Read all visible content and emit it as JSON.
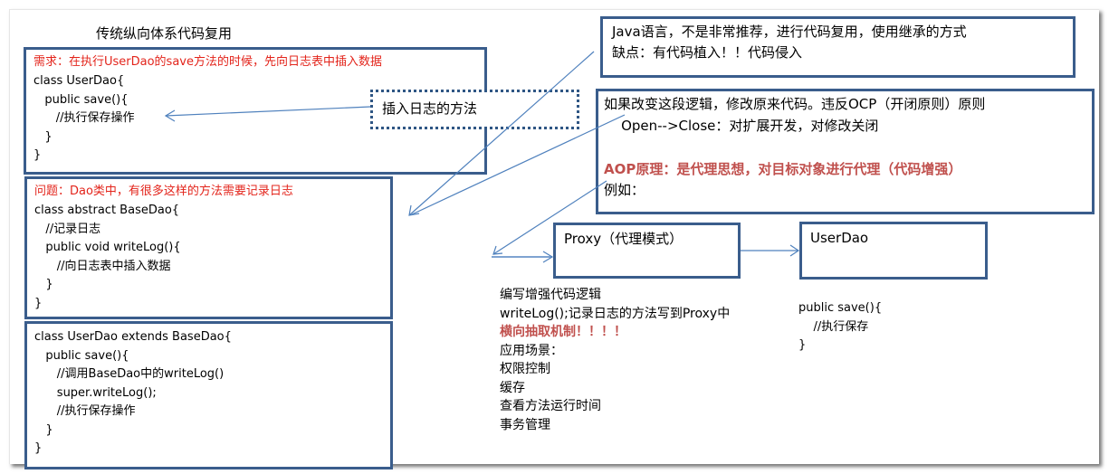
{
  "title": "传统纵向体系代码复用",
  "box_userdao": {
    "requirement": "需求：在执行UserDao的save方法的时候，先向日志表中插入数据",
    "code": [
      "class UserDao{",
      "   public save(){",
      "      //执行保存操作",
      "   }",
      "}"
    ]
  },
  "callout_insert_log": "插入日志的方法",
  "box_basedao": {
    "problem": "问题：Dao类中，有很多这样的方法需要记录日志",
    "code": [
      "class abstract BaseDao{",
      "   //记录日志",
      "   public void writeLog(){",
      "      //向日志表中插入数据",
      "   }",
      "}"
    ]
  },
  "box_userdao_extends": {
    "code": [
      "class UserDao extends BaseDao{",
      "   public save(){",
      "      //调用BaseDao中的writeLog()",
      "      super.writeLog();",
      "      //执行保存操作",
      "   }",
      "}"
    ]
  },
  "box_java": {
    "lines": [
      "Java语言，不是非常推荐，进行代码复用，使用继承的方式",
      "缺点：有代码植入！！代码侵入"
    ]
  },
  "box_ocp": {
    "line1": "如果改变这段逻辑，修改原来代码。违反OCP（开闭原则）原则",
    "line2": "    Open-->Close：对扩展开发，对修改关闭",
    "aop": "AOP原理：是代理思想，对目标对象进行代理（代码增强）",
    "example": "例如："
  },
  "proxy_box": {
    "label": "Proxy（代理模式）"
  },
  "target_box": {
    "label": "UserDao"
  },
  "proxy_notes": {
    "line1": "编写增强代码逻辑",
    "line2": "writeLog();记录日志的方法写到Proxy中",
    "highlight": "横向抽取机制！！！！",
    "scenes_title": "应用场景：",
    "scenes": [
      "权限控制",
      "缓存",
      "查看方法运行时间",
      "事务管理"
    ]
  },
  "target_notes": {
    "code": [
      "public save(){",
      "    //执行保存",
      "}"
    ]
  },
  "colors": {
    "box_border": "#3a5d8c",
    "arrow": "#4f81bd",
    "red_text": "#e3241b",
    "aop_text": "#c0504d"
  }
}
